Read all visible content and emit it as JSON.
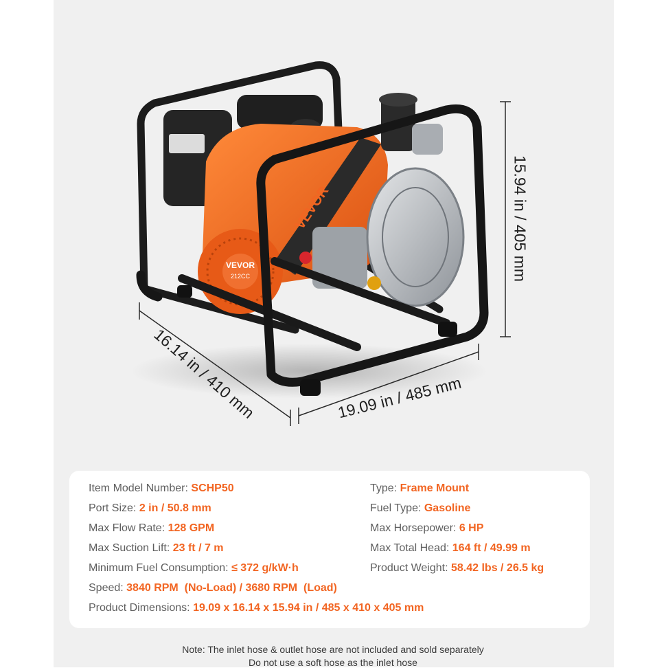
{
  "dimensions": {
    "height": "15.94 in / 405 mm",
    "depth": "16.14 in / 410 mm",
    "width": "19.09 in / 485 mm"
  },
  "product": {
    "brand_decal": "VEVOR",
    "engine_decal": "212CC"
  },
  "specs_left": [
    {
      "label": "Item Model Number: ",
      "value": "SCHP50"
    },
    {
      "label": "Port Size: ",
      "value": "2 in / 50.8 mm"
    },
    {
      "label": "Max Flow Rate: ",
      "value": "128 GPM"
    },
    {
      "label": "Max Suction Lift: ",
      "value": "23 ft / 7 m"
    },
    {
      "label": "Minimum Fuel Consumption: ",
      "value": "≤ 372 g/kW·h"
    },
    {
      "label": "Speed: ",
      "value": "3840 RPM  (No-Load) / 3680 RPM  (Load)"
    },
    {
      "label": "Product Dimensions: ",
      "value": "19.09 x 16.14 x 15.94 in / 485 x 410 x 405 mm"
    }
  ],
  "specs_right": [
    {
      "label": "Type: ",
      "value": "Frame Mount"
    },
    {
      "label": "Fuel Type: ",
      "value": "Gasoline"
    },
    {
      "label": "Max Horsepower: ",
      "value": "6 HP"
    },
    {
      "label": "Max Total Head: ",
      "value": "164 ft / 49.99 m"
    },
    {
      "label": "Product Weight: ",
      "value": "58.42 lbs / 26.5 kg"
    }
  ],
  "notes": [
    "Note: The inlet hose & outlet hose are not included and sold separately",
    "Do not use a soft hose as the inlet hose"
  ],
  "colors": {
    "accent": "#f26522",
    "engine_orange": "#f0641e",
    "frame_black": "#1a1a1a",
    "pump_silver": "#b9bdc2",
    "background": "#f0f0f0"
  }
}
